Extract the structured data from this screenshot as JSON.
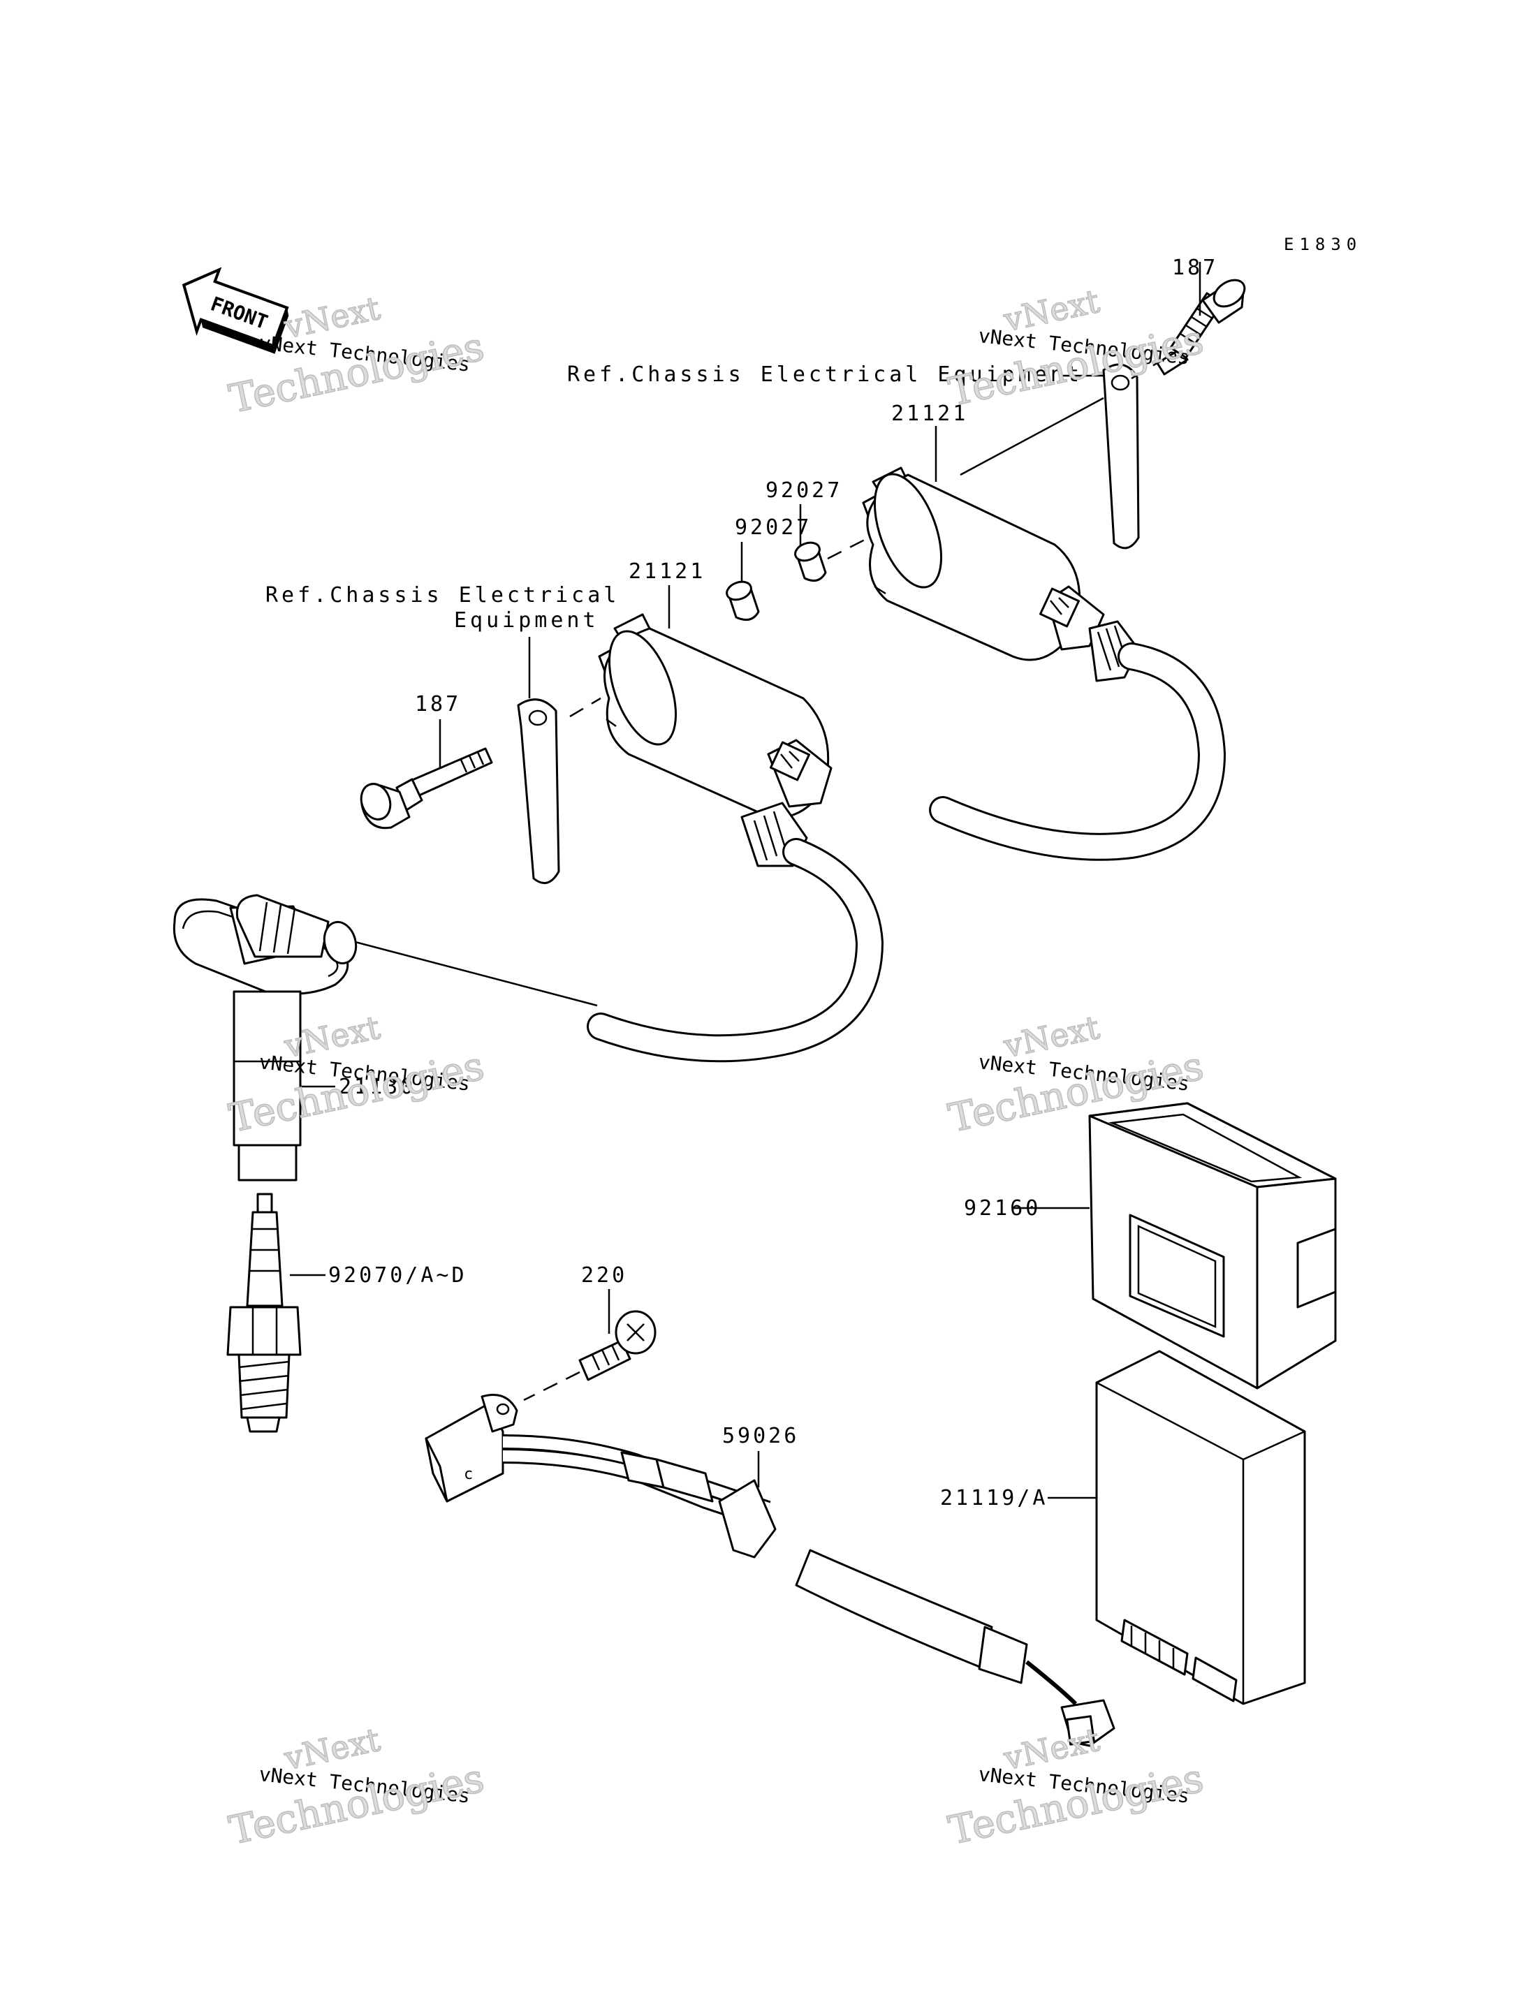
{
  "diagram_code": "E1830",
  "front_label": "FRONT",
  "labels": {
    "bolt_right": "187",
    "ref_chassis_right": "Ref.Chassis Electrical Equipment",
    "coil_right": "21121",
    "collar_right": "92027",
    "collar_left": "92027",
    "coil_left": "21121",
    "ref_chassis_left_line1": "Ref.Chassis Electrical",
    "ref_chassis_left_line2": "Equipment",
    "bolt_left": "187",
    "plug_cap": "21130",
    "spark_plug": "92070/A~D",
    "screw": "220",
    "pickup_harness": "59026",
    "ecu_holder": "92160",
    "igniter": "21119/A"
  },
  "watermark": {
    "brand": "vNext",
    "line1": "vNext Technologies",
    "line2": "Technologies"
  },
  "colors": {
    "ink": "#000000",
    "paper": "#ffffff",
    "watermark_fill": "#dcdcdc"
  }
}
